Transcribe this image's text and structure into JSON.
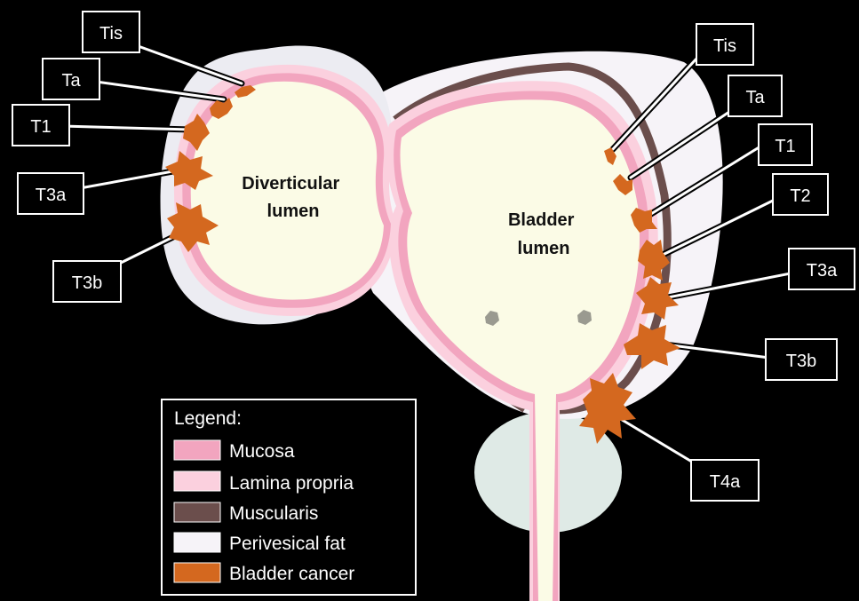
{
  "colors": {
    "background": "#000000",
    "mucosa": "#f2a5bf",
    "lamina_propria": "#fbd0de",
    "muscularis": "#6b4e4c",
    "perivesical_fat": "#f6f3f8",
    "bladder_cancer": "#d4681f",
    "lumen": "#fbfbe6",
    "prostate": "#dfeae6",
    "callout_box": "#000000",
    "callout_text": "#ffffff"
  },
  "lumens": {
    "diverticular": {
      "line1": "Diverticular",
      "line2": "lumen"
    },
    "bladder": {
      "line1": "Bladder",
      "line2": "lumen"
    }
  },
  "left_stages": [
    "Tis",
    "Ta",
    "T1",
    "T3a",
    "T3b"
  ],
  "right_stages": [
    "Tis",
    "Ta",
    "T1",
    "T2",
    "T3a",
    "T3b",
    "T4a"
  ],
  "legend": {
    "title": "Legend:",
    "items": [
      {
        "label": "Mucosa",
        "color": "#f2a5bf"
      },
      {
        "label": "Lamina propria",
        "color": "#fbd0de"
      },
      {
        "label": "Muscularis",
        "color": "#6b4e4c"
      },
      {
        "label": "Perivesical fat",
        "color": "#f6f3f8"
      },
      {
        "label": "Bladder cancer",
        "color": "#d4681f"
      }
    ]
  }
}
